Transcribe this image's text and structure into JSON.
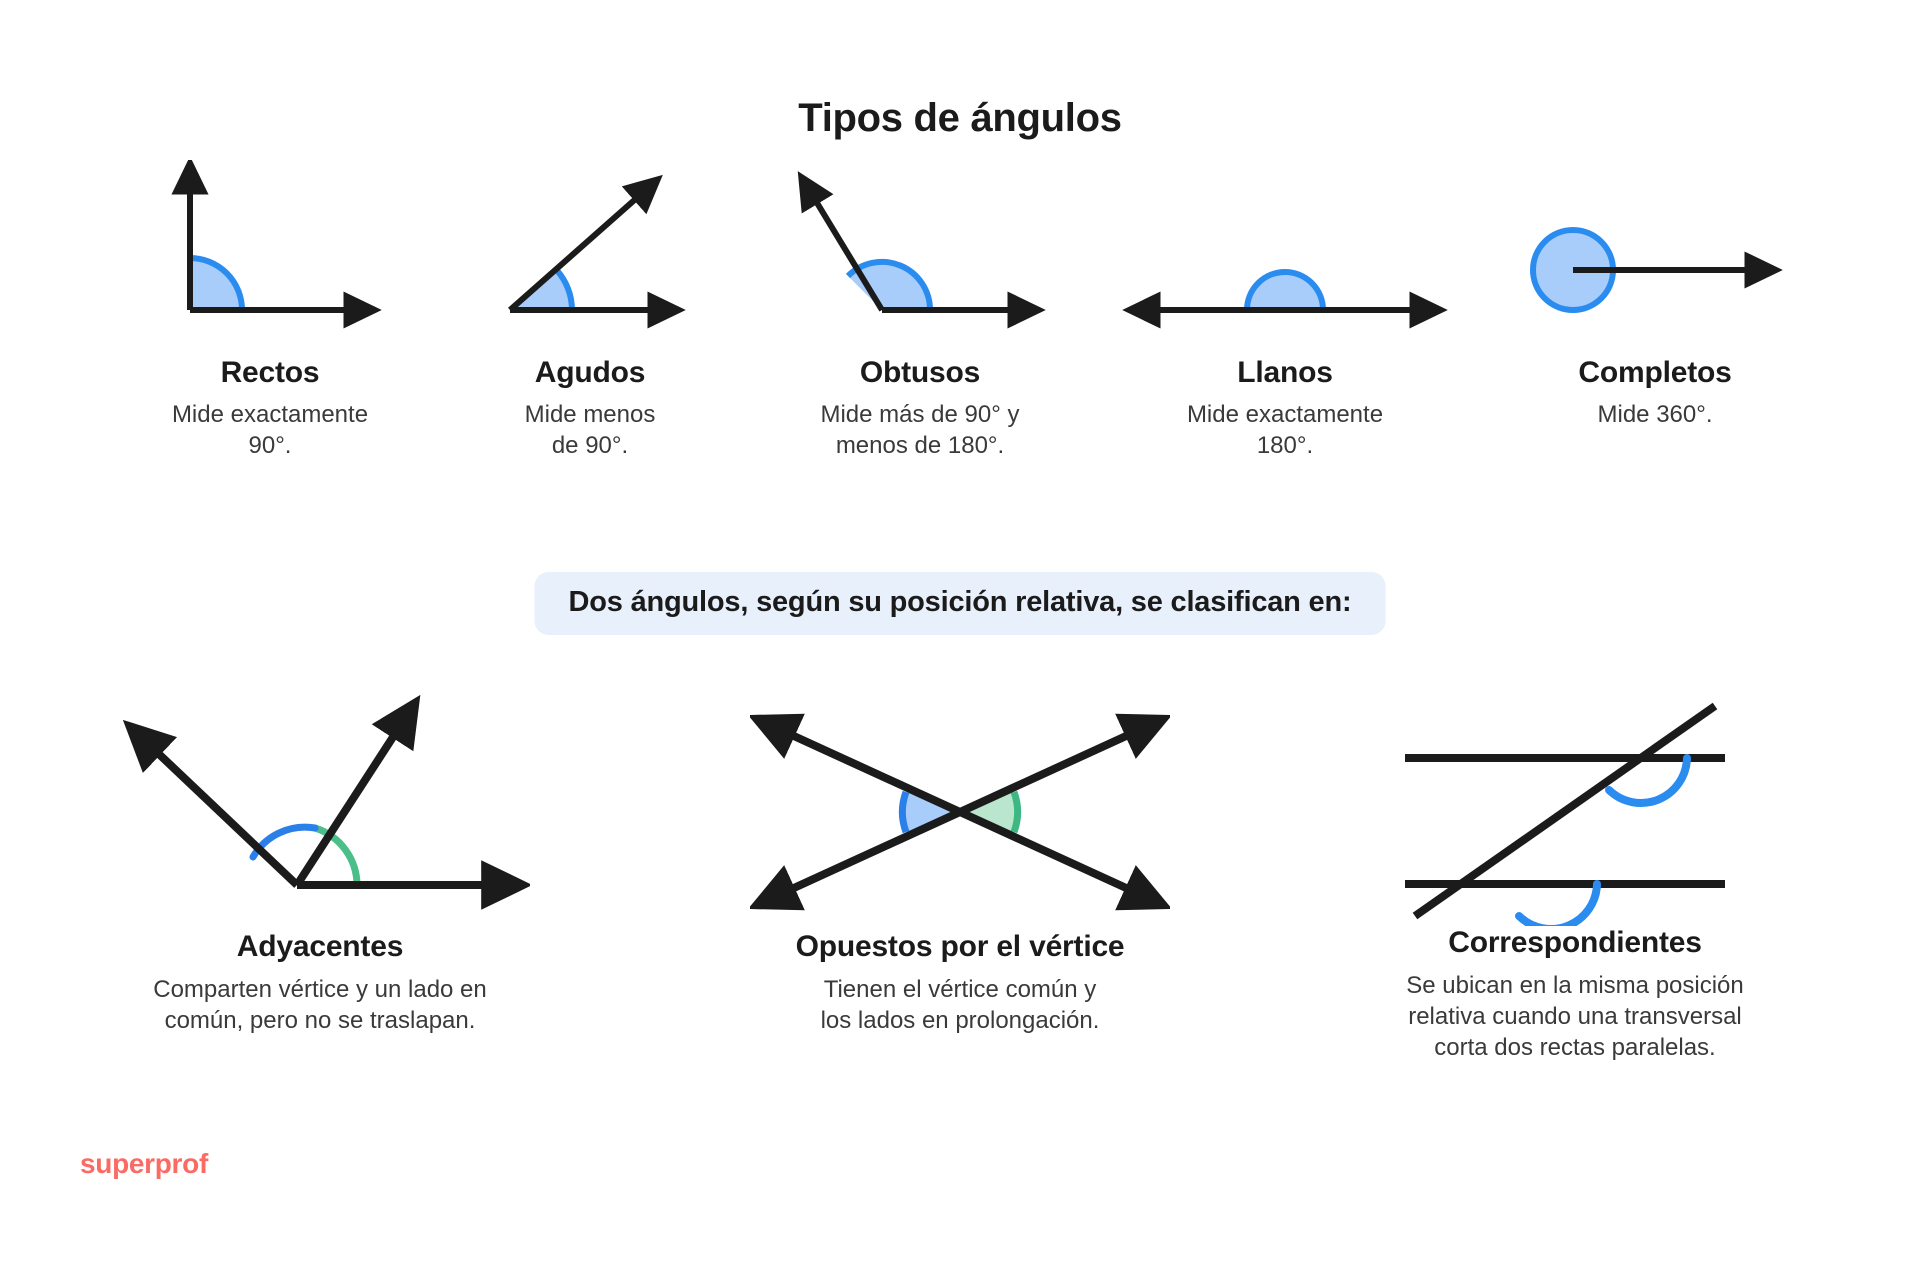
{
  "title": "Tipos de ángulos",
  "banner": {
    "text": "Dos ángulos, según su posición relativa, se clasifican en:",
    "background": "#e7f0fb"
  },
  "colors": {
    "line": "#1b1b1b",
    "arc_blue_stroke": "#2b8cf0",
    "arc_blue_fill": "#a8cdfa",
    "arc_green_stroke": "#4bbf87",
    "arc_green_fill": "#b9e6cd",
    "brand": "#fa6b64",
    "text": "#1b1b1b",
    "text_muted": "#3a3a3a",
    "background": "#ffffff"
  },
  "angle_types": [
    {
      "id": "rectos",
      "label": "Rectos",
      "description": "Mide exactamente\n90°.",
      "measure": "90°",
      "figure": "right-angle-diagram"
    },
    {
      "id": "agudos",
      "label": "Agudos",
      "description": "Mide menos\nde 90°.",
      "measure": "< 90°",
      "figure": "acute-angle-diagram"
    },
    {
      "id": "obtusos",
      "label": "Obtusos",
      "description": "Mide más de 90° y\nmenos de 180°.",
      "measure": "> 90° y < 180°",
      "figure": "obtuse-angle-diagram"
    },
    {
      "id": "llanos",
      "label": "Llanos",
      "description": "Mide exactamente\n180°.",
      "measure": "180°",
      "figure": "straight-angle-diagram"
    },
    {
      "id": "completos",
      "label": "Completos",
      "description": "Mide 360°.",
      "measure": "360°",
      "figure": "full-angle-diagram"
    }
  ],
  "relative_positions": [
    {
      "id": "adyacentes",
      "label": "Adyacentes",
      "description": "Comparten vértice y un lado en\ncomún, pero no se traslapan.",
      "figure": "adjacent-angles-diagram"
    },
    {
      "id": "opuestos",
      "label": "Opuestos por el vértice",
      "description": "Tienen el vértice común y\nlos lados en prolongación.",
      "figure": "vertical-angles-diagram"
    },
    {
      "id": "correspondientes",
      "label": "Correspondientes",
      "description": "Se ubican en la misma posición\nrelativa cuando una transversal\ncorta dos rectas paralelas.",
      "figure": "corresponding-angles-diagram"
    }
  ],
  "brand": {
    "name": "superprof"
  }
}
